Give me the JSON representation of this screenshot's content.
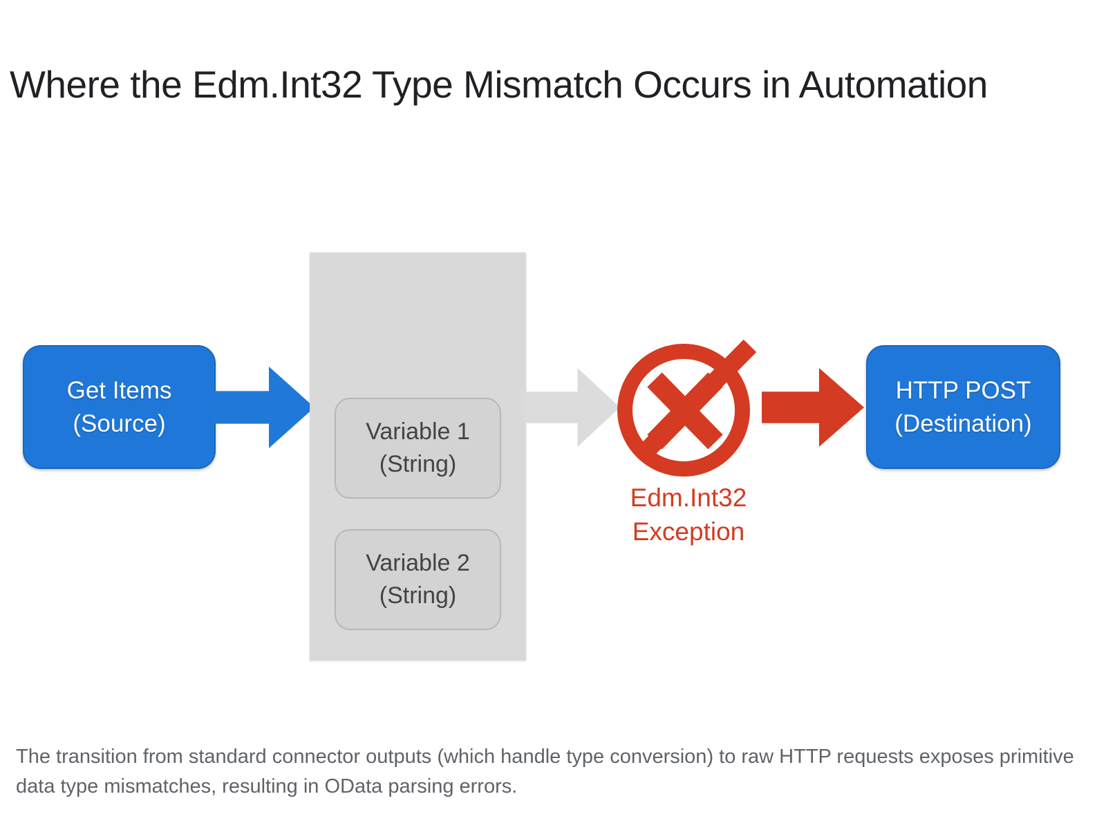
{
  "page": {
    "title": "Where the Edm.Int32 Type Mismatch Occurs in Automation",
    "background_color": "#ffffff"
  },
  "colors": {
    "blue": "#1f78d9",
    "blue_arrow": "#2079d8",
    "red": "#d43b22",
    "gray_container": "#d9d9d9",
    "gray_box": "#d3d3d3",
    "gray_arrow": "#dcdcdc",
    "title_text": "#202124",
    "caption_text": "#5f6368",
    "variable_text": "#434343"
  },
  "diagram": {
    "type": "flow",
    "nodes": [
      {
        "id": "source",
        "kind": "process-box",
        "line1": "Get Items",
        "line2": "(Source)"
      },
      {
        "id": "variables",
        "kind": "group",
        "children": [
          {
            "id": "variable-1",
            "line1": "Variable 1",
            "line2": "(String)"
          },
          {
            "id": "variable-2",
            "line1": "Variable 2",
            "line2": "(String)"
          }
        ]
      },
      {
        "id": "error",
        "kind": "error-marker",
        "icon": "no-entry-x-icon",
        "line1": "Edm.Int32",
        "line2": "Exception"
      },
      {
        "id": "destination",
        "kind": "process-box",
        "line1": "HTTP POST",
        "line2": "(Destination)"
      }
    ],
    "connectors": [
      {
        "id": "source-to-variables",
        "icon": "arrow-right-icon",
        "color": "#2079d8"
      },
      {
        "id": "variables-to-error",
        "icon": "arrow-right-icon",
        "color": "#dcdcdc"
      },
      {
        "id": "error-to-destination",
        "icon": "arrow-right-icon",
        "color": "#d43b22"
      }
    ]
  },
  "caption": {
    "text": "The transition from standard connector outputs (which handle type conversion) to raw HTTP requests exposes primitive data type mismatches, resulting in OData parsing errors."
  }
}
